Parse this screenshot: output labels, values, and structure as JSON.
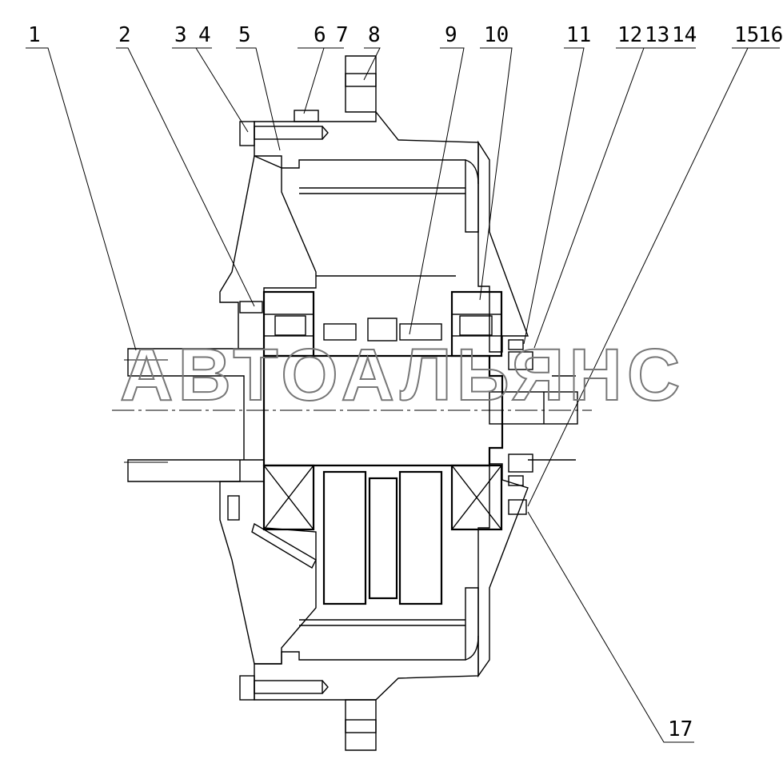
{
  "callouts": [
    {
      "id": "1",
      "text": "1"
    },
    {
      "id": "2",
      "text": "2"
    },
    {
      "id": "3",
      "text": "3"
    },
    {
      "id": "4",
      "text": "4"
    },
    {
      "id": "5",
      "text": "5"
    },
    {
      "id": "6",
      "text": "6"
    },
    {
      "id": "7",
      "text": "7"
    },
    {
      "id": "8",
      "text": "8"
    },
    {
      "id": "9",
      "text": "9"
    },
    {
      "id": "10",
      "text": "10"
    },
    {
      "id": "11",
      "text": "11"
    },
    {
      "id": "12",
      "text": "12"
    },
    {
      "id": "13",
      "text": "13"
    },
    {
      "id": "14",
      "text": "14"
    },
    {
      "id": "15",
      "text": "15"
    },
    {
      "id": "16",
      "text": "16"
    },
    {
      "id": "17",
      "text": "17"
    }
  ],
  "watermark": "АВТОАЛЬЯНС"
}
